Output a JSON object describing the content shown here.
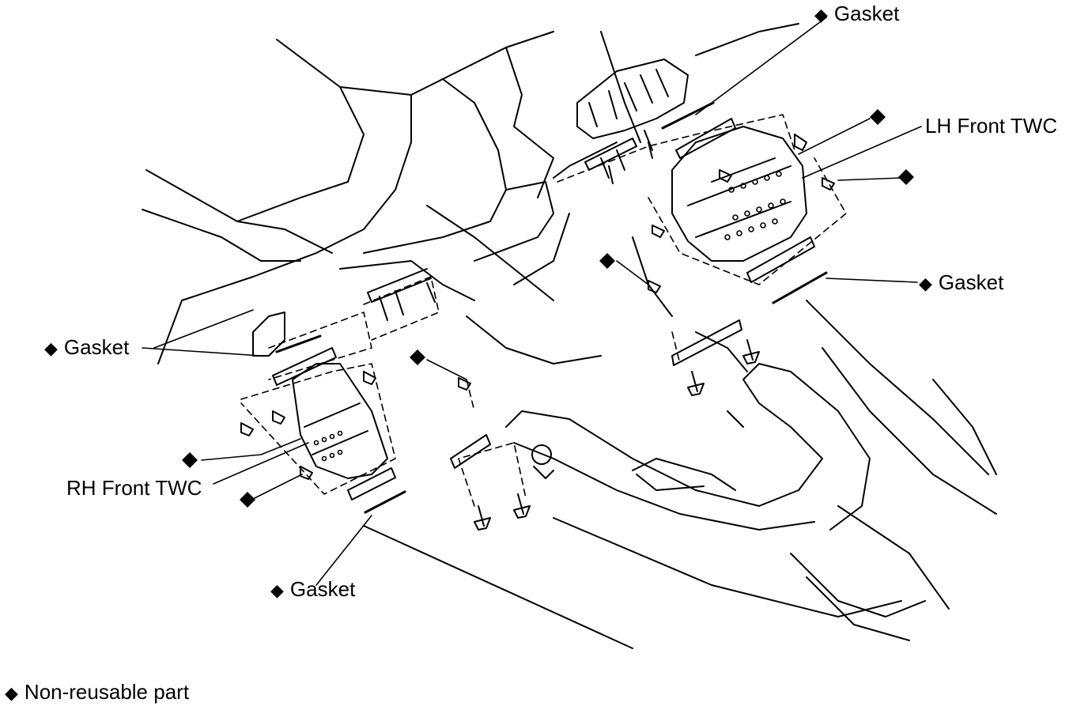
{
  "diagram": {
    "labels": {
      "gasket_top": "Gasket",
      "lh_front_twc": "LH Front TWC",
      "gasket_right": "Gasket",
      "gasket_left": "Gasket",
      "rh_front_twc": "RH Front TWC",
      "gasket_bottom": "Gasket"
    },
    "legend": {
      "symbol": "◆",
      "text": "Non-reusable part"
    },
    "mark_symbol": "◆",
    "stroke_color": "#000000",
    "background_color": "#ffffff"
  }
}
